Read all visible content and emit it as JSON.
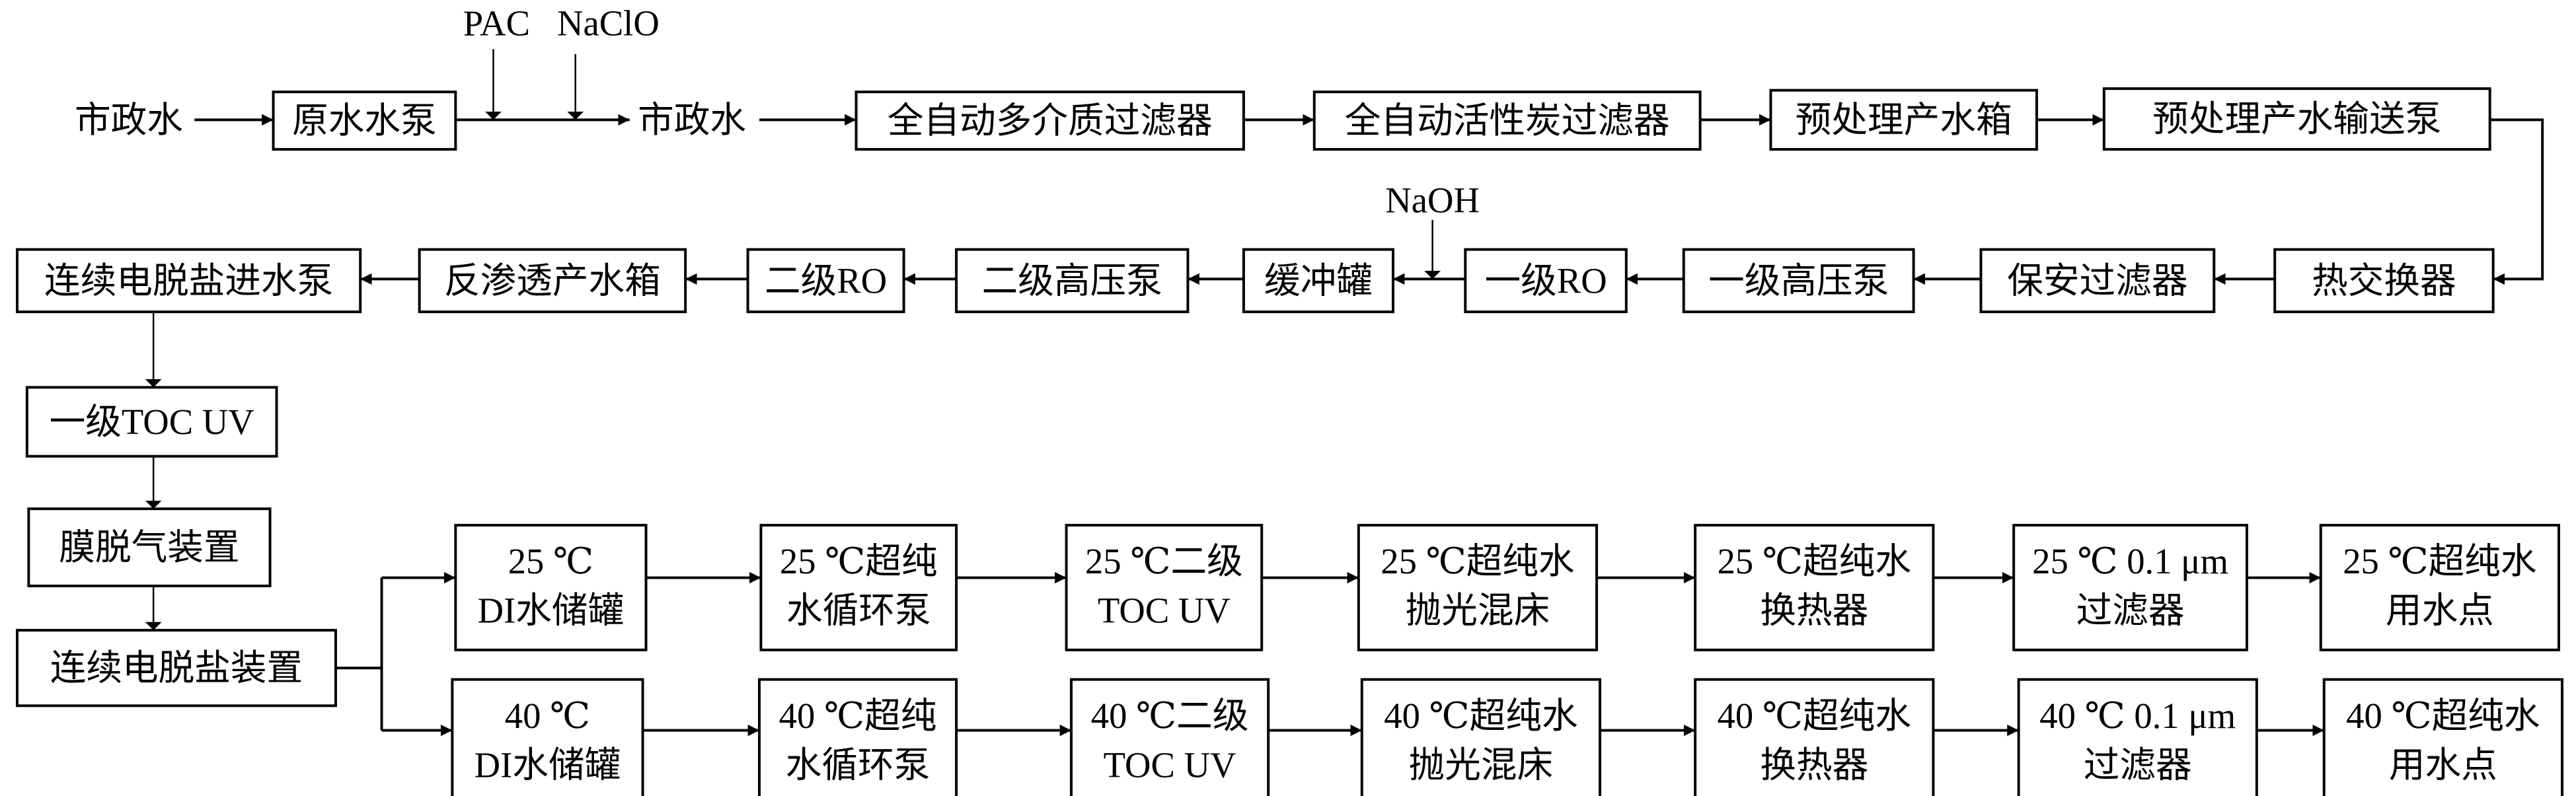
{
  "labels": {
    "source_1": "市政水",
    "source_2": "市政水",
    "pac": "PAC",
    "naclo": "NaClO",
    "naoh": "NaOH"
  },
  "nodes": [
    {
      "id": "raw_pump",
      "lines": [
        "原水水泵"
      ]
    },
    {
      "id": "multimedia_filter",
      "lines": [
        "全自动多介质过滤器"
      ]
    },
    {
      "id": "carbon_filter",
      "lines": [
        "全自动活性炭过滤器"
      ]
    },
    {
      "id": "pretreat_tank",
      "lines": [
        "预处理产水箱"
      ]
    },
    {
      "id": "pretreat_pump",
      "lines": [
        "预处理产水输送泵"
      ]
    },
    {
      "id": "heat_exchanger",
      "lines": [
        "热交换器"
      ]
    },
    {
      "id": "security_filter",
      "lines": [
        "保安过滤器"
      ]
    },
    {
      "id": "hp_pump_1",
      "lines": [
        "一级高压泵"
      ]
    },
    {
      "id": "ro_1",
      "lines": [
        "一级RO"
      ]
    },
    {
      "id": "buffer_tank",
      "lines": [
        "缓冲罐"
      ]
    },
    {
      "id": "hp_pump_2",
      "lines": [
        "二级高压泵"
      ]
    },
    {
      "id": "ro_2",
      "lines": [
        "二级RO"
      ]
    },
    {
      "id": "ro_tank",
      "lines": [
        "反渗透产水箱"
      ]
    },
    {
      "id": "edi_feed_pump",
      "lines": [
        "连续电脱盐进水泵"
      ]
    },
    {
      "id": "toc_uv_1",
      "lines": [
        "一级TOC UV"
      ]
    },
    {
      "id": "degas",
      "lines": [
        "膜脱气装置"
      ]
    },
    {
      "id": "edi",
      "lines": [
        "连续电脱盐装置"
      ]
    },
    {
      "id": "di_tank_25",
      "lines": [
        "25 ℃",
        "DI水储罐"
      ]
    },
    {
      "id": "loop_pump_25",
      "lines": [
        "25 ℃超纯",
        "水循环泵"
      ]
    },
    {
      "id": "toc_uv_2_25",
      "lines": [
        "25 ℃二级",
        "TOC UV"
      ]
    },
    {
      "id": "polish_25",
      "lines": [
        "25 ℃超纯水",
        "抛光混床"
      ]
    },
    {
      "id": "hx_25",
      "lines": [
        "25 ℃超纯水",
        "换热器"
      ]
    },
    {
      "id": "filter_25",
      "lines": [
        "25 ℃ 0.1 μm",
        "过滤器"
      ]
    },
    {
      "id": "pou_25",
      "lines": [
        "25 ℃超纯水",
        "用水点"
      ]
    },
    {
      "id": "di_tank_40",
      "lines": [
        "40 ℃",
        "DI水储罐"
      ]
    },
    {
      "id": "loop_pump_40",
      "lines": [
        "40 ℃超纯",
        "水循环泵"
      ]
    },
    {
      "id": "toc_uv_2_40",
      "lines": [
        "40 ℃二级",
        "TOC UV"
      ]
    },
    {
      "id": "polish_40",
      "lines": [
        "40 ℃超纯水",
        "抛光混床"
      ]
    },
    {
      "id": "hx_40",
      "lines": [
        "40 ℃超纯水",
        "换热器"
      ]
    },
    {
      "id": "filter_40",
      "lines": [
        "40 ℃ 0.1 μm",
        "过滤器"
      ]
    },
    {
      "id": "pou_40",
      "lines": [
        "40 ℃超纯水",
        "用水点"
      ]
    }
  ]
}
